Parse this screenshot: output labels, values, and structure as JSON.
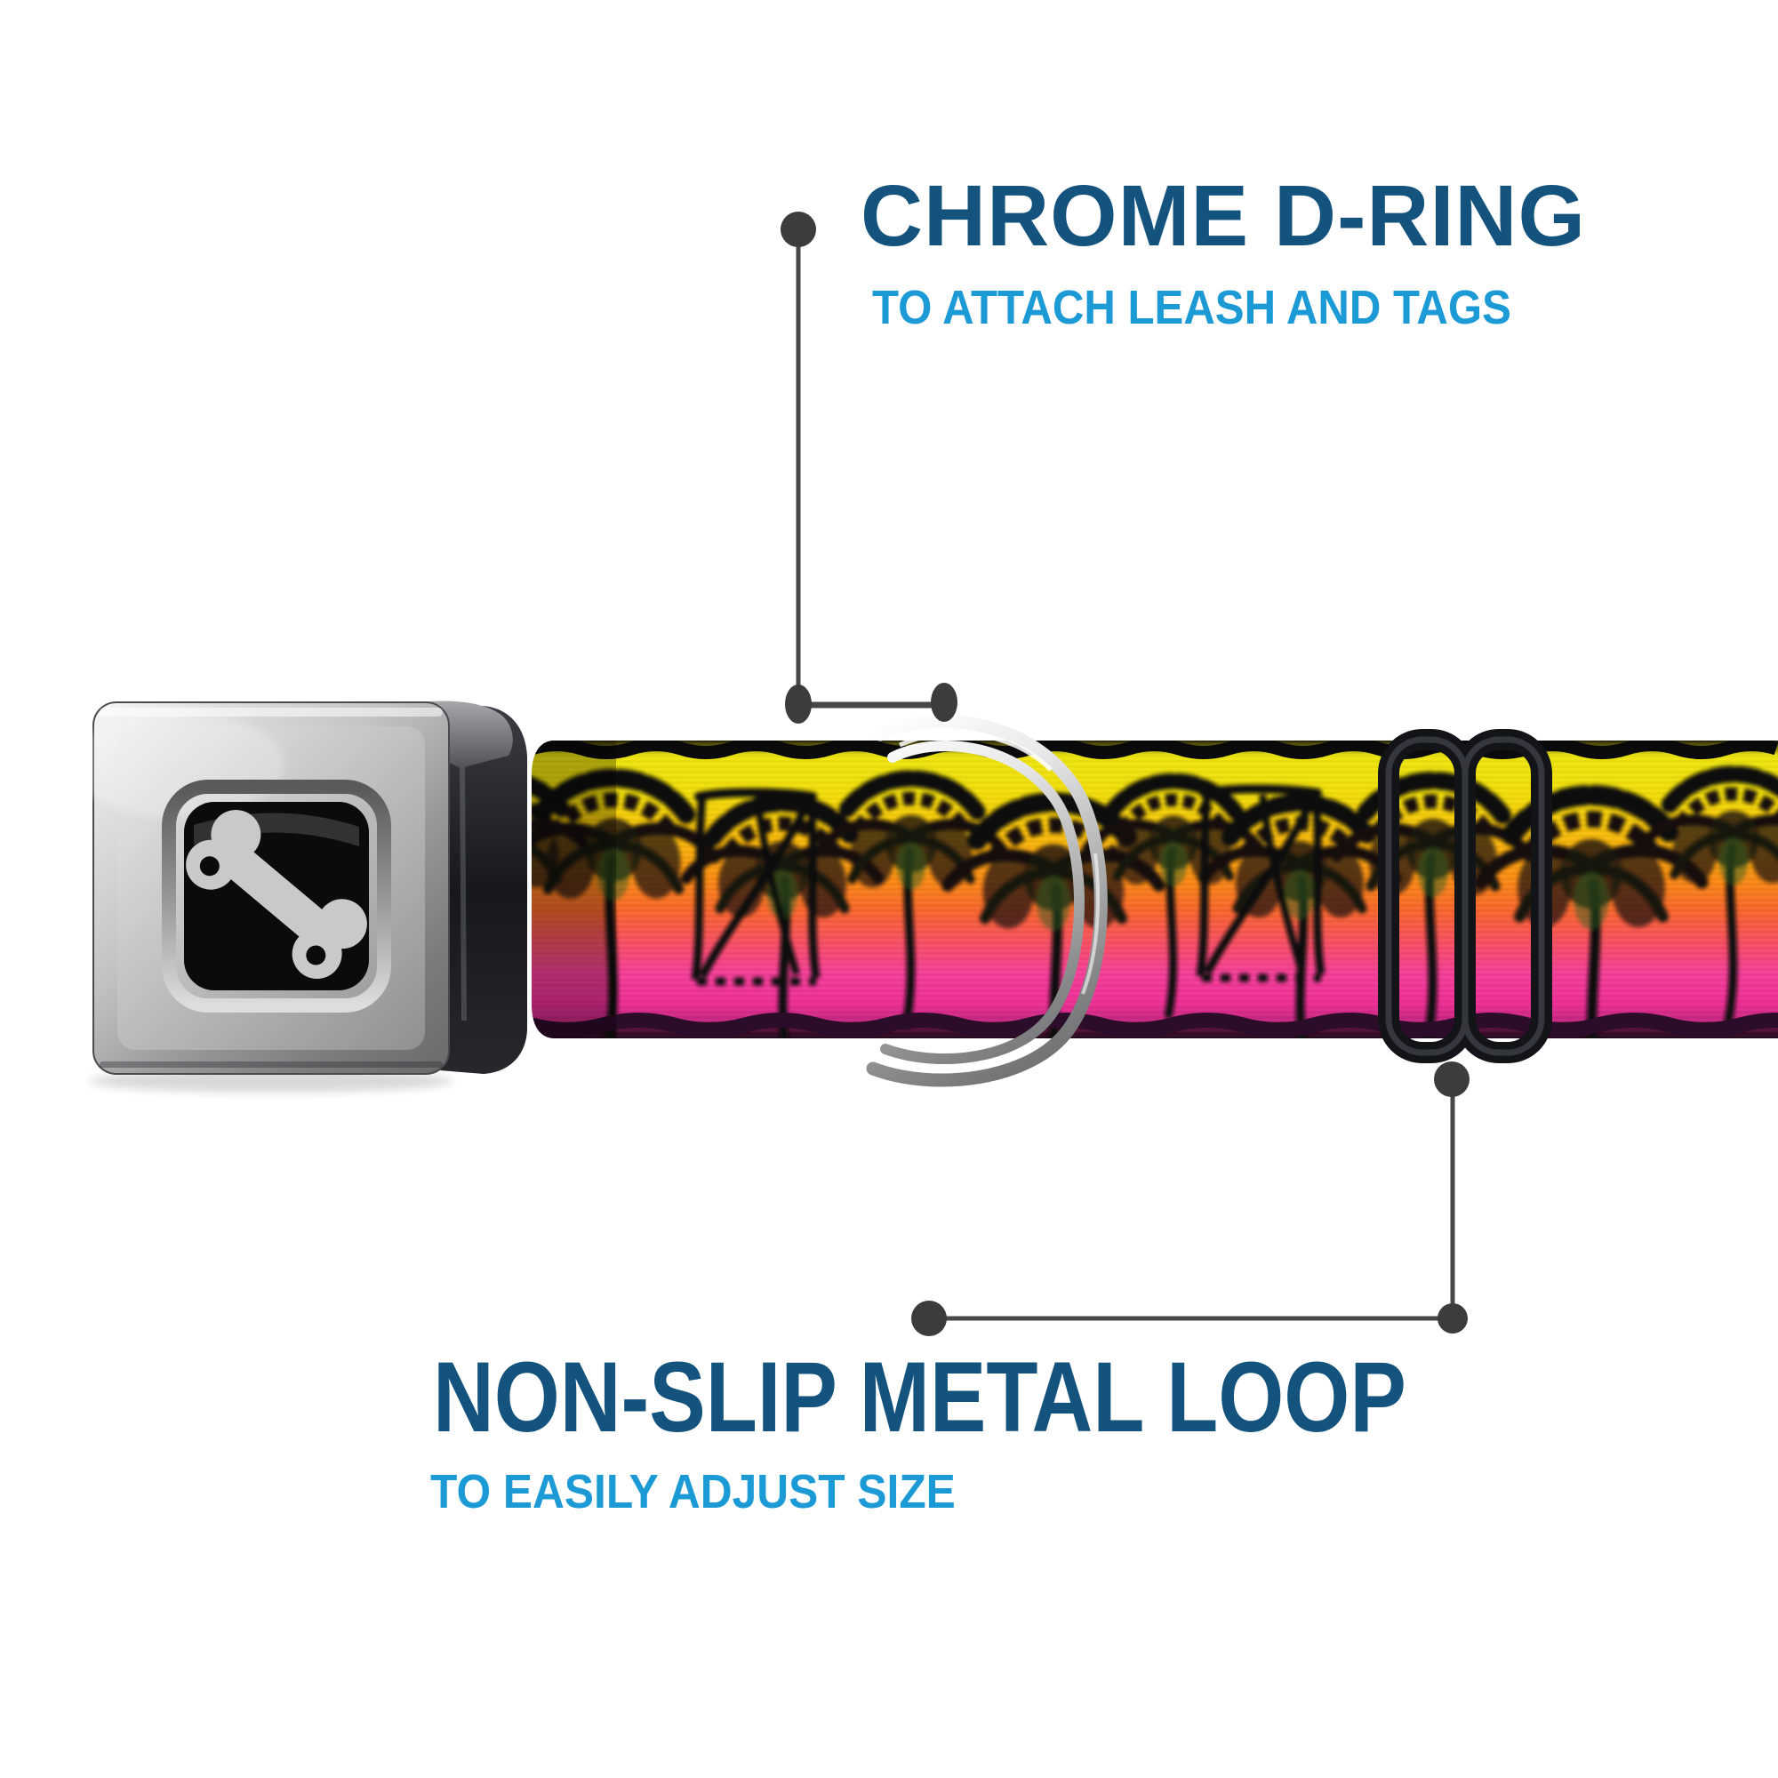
{
  "page": {
    "background": "#ffffff"
  },
  "callouts": {
    "top": {
      "title": "CHROME D-RING",
      "subtitle": "TO ATTACH LEASH AND TAGS"
    },
    "bottom": {
      "title": "NON-SLIP METAL LOOP",
      "subtitle": "TO EASILY ADJUST SIZE"
    }
  },
  "colors": {
    "title_navy": "#14537d",
    "subtitle_blue": "#1b9ad6",
    "callout_line_gray": "#474747",
    "callout_dot_gray": "#3c3c3c",
    "webbing_yellow": "#f2de0a",
    "webbing_orange": "#f98d13",
    "webbing_pink": "#f43f97",
    "webbing_magenta": "#ee2e95",
    "webbing_edge_top": "#0a0a0a",
    "webbing_edge_bottom": "#2b0c29",
    "chrome_light": "#f4f4f4",
    "chrome_dark": "#636466",
    "plastic_black": "#121418"
  },
  "parts": [
    "seatbelt-buckle",
    "bone-icon",
    "sunset-palms-webbing",
    "chrome-d-ring",
    "metal-loop-slider"
  ]
}
